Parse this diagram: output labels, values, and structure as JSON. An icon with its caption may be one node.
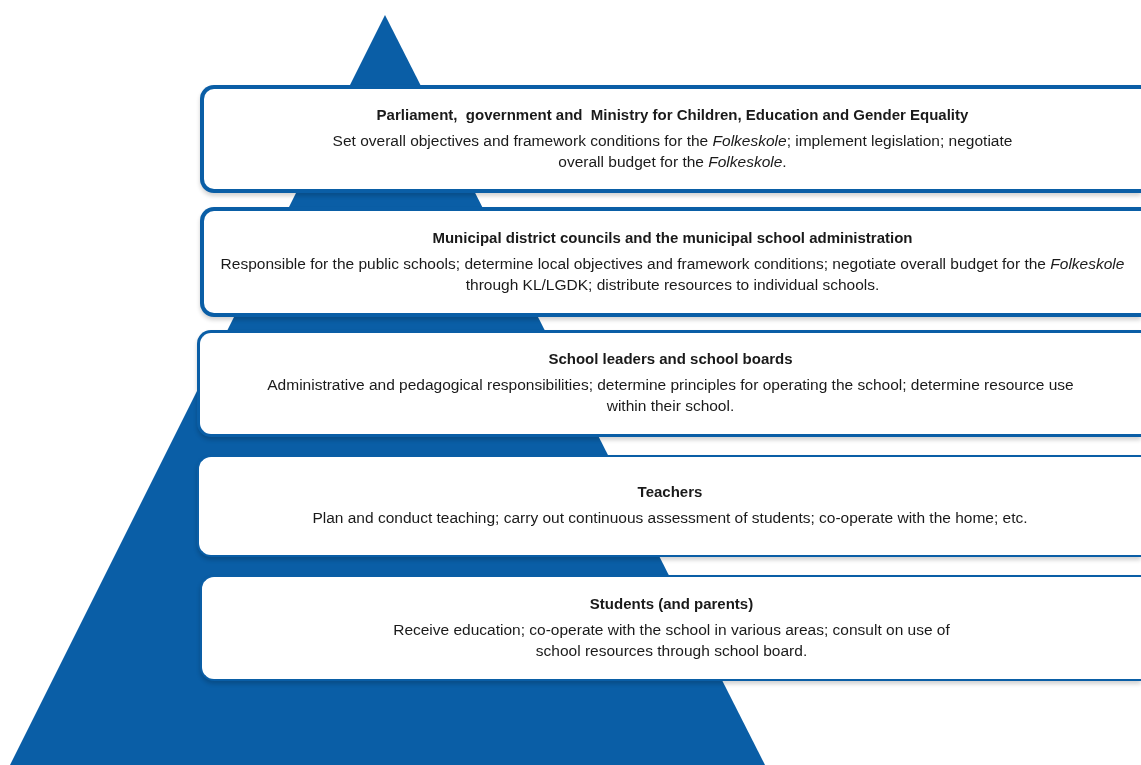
{
  "diagram": {
    "nodes": [
      {
        "text": [
          "Parliament,  government and  Ministry for Children, Education and Gender Equality",
          "Set overall objectives and framework conditions for the *Folkeskole*; implement legislation; negotiate overall budget for the *Folkeskole*."
        ]
      },
      {
        "text": [
          "Municipal district councils and the municipal school administration",
          "Responsible for the public schools; determine local objectives and framework conditions; negotiate overall budget for the *Folkeskole* through KL/LGDK; distribute resources to individual schools."
        ]
      },
      {
        "text": [
          "School leaders and school boards",
          "Administrative and pedagogical responsibilities; determine principles for operating the school; determine resource use within their school."
        ]
      },
      {
        "text": [
          "Teachers",
          "Plan and conduct teaching; carry out continuous assessment of students; co-operate with the home; etc."
        ]
      },
      {
        "text": [
          "Students (and parents)",
          "Receive education; co-operate with the school in various areas; consult on use of school resources through school board."
        ]
      }
    ]
  }
}
